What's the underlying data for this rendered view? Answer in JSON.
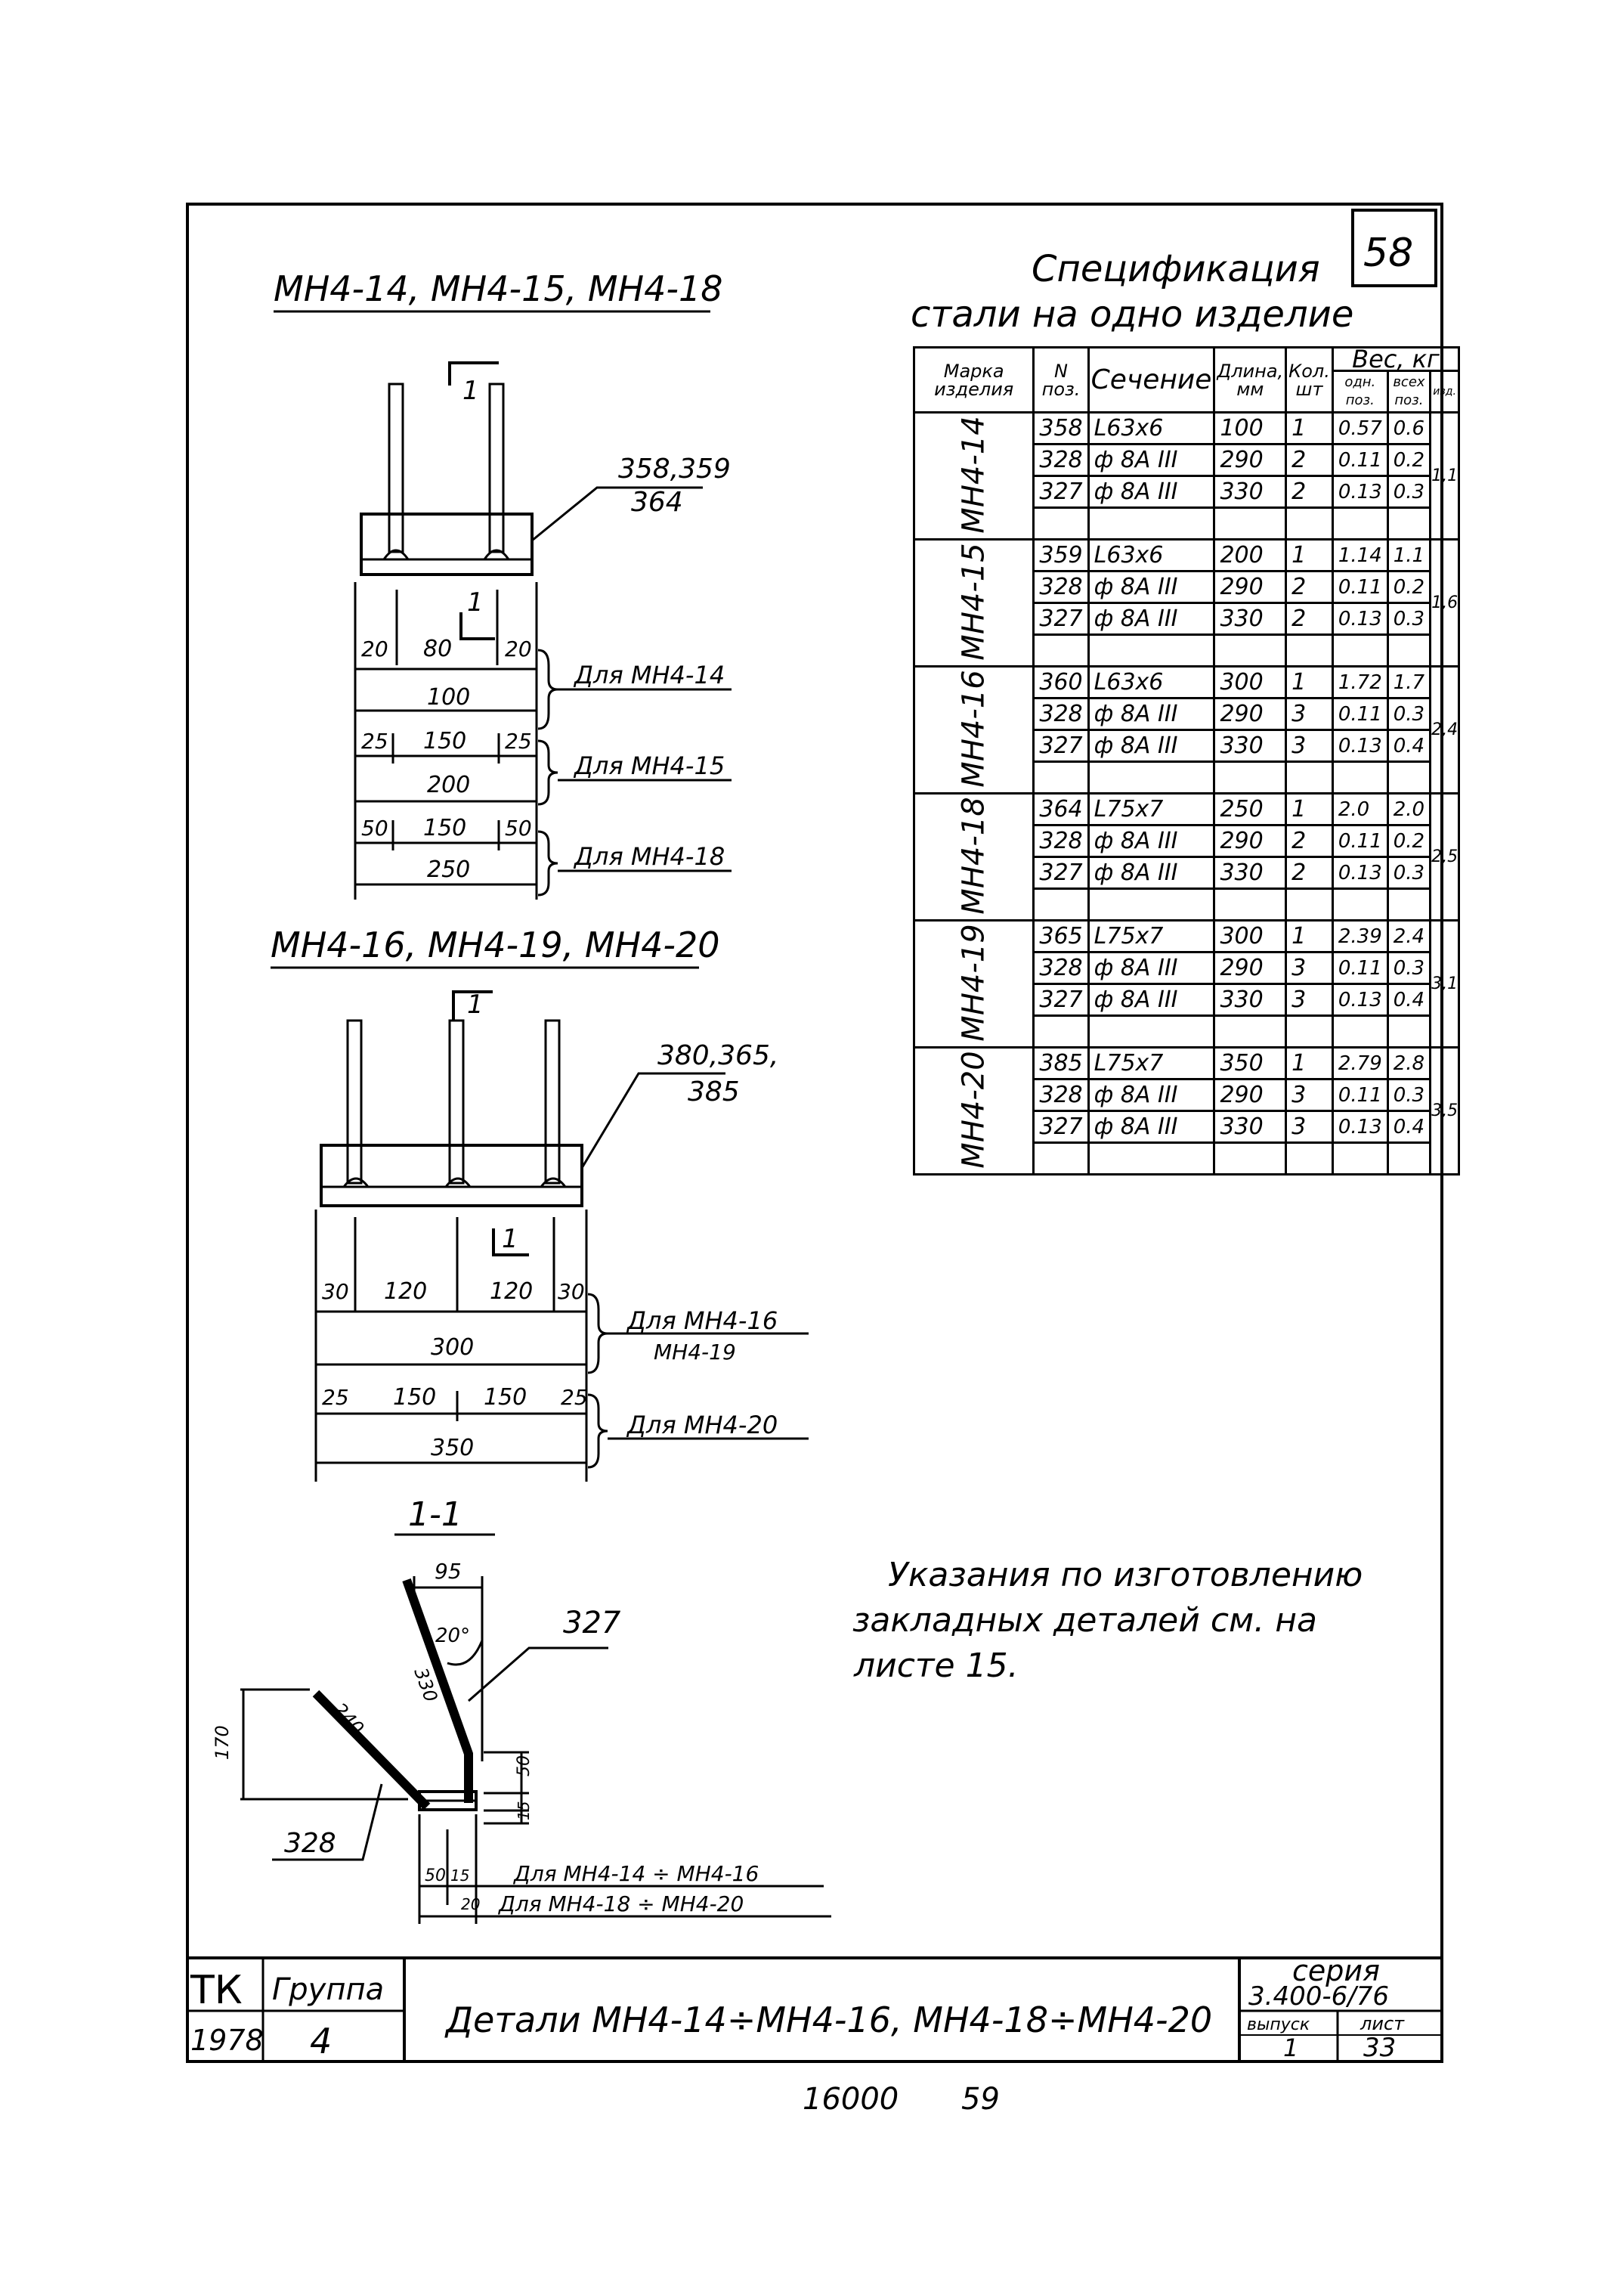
{
  "sheet_number": "58",
  "titles": {
    "top_group": "МН4-14, МН4-15, МН4-18",
    "bottom_group": "МН4-16, МН4-19, МН4-20",
    "section": "1-1",
    "spec_title_line1": "Спецификация",
    "spec_title_line2": "стали на одно изделие"
  },
  "drawing_labels": {
    "section_mark": "1",
    "callout_top_1": "358,359",
    "callout_top_2": "364",
    "callout_bottom_1": "380,365,",
    "callout_bottom_2": "385",
    "dims_top": {
      "d20a": "20",
      "d80": "80",
      "d20b": "20",
      "d100": "100",
      "d25a": "25",
      "d150a": "150",
      "d25b": "25",
      "d200": "200",
      "d50a": "50",
      "d150b": "150",
      "d50b": "50",
      "d250": "250"
    },
    "for_mn14": "Для МН4-14",
    "for_mn15": "Для МН4-15",
    "for_mn18": "Для МН4-18",
    "dims_bottom": {
      "d30a": "30",
      "d120a": "120",
      "d120b": "120",
      "d30b": "30",
      "d300": "300",
      "d25a": "25",
      "d150a": "150",
      "d150b": "150",
      "d25b": "25",
      "d350": "350"
    },
    "for_mn16": "Для МН4-16",
    "for_mn19": "МН4-19",
    "for_mn20": "Для МН4-20",
    "section_dims": {
      "d95": "95",
      "angle": "20°",
      "d330": "330",
      "d240": "240",
      "d170": "170",
      "d50": "50",
      "d15": "15",
      "d15b": "15",
      "d50b": "50",
      "d20": "20"
    },
    "pos327": "327",
    "pos328": "328",
    "for_14_16": "Для МН4-14 ÷ МН4-16",
    "for_18_20": "Для МН4-18 ÷ МН4-20"
  },
  "note": {
    "line1": "Указания по изготовлению",
    "line2": "закладных деталей см. на",
    "line3": "листе 15."
  },
  "spec_table": {
    "headers": {
      "mark": "Марка изделия",
      "pos": "N поз.",
      "section": "Сечение",
      "length": "Длина, мм",
      "qty": "Кол. шт",
      "weight": "Вес, кг",
      "w_one": "одн. поз.",
      "w_all": "всех поз.",
      "w_item": "изд."
    },
    "groups": [
      {
        "mark": "МН4-14",
        "total": "1,1",
        "rows": [
          {
            "pos": "358",
            "section": "L63x6",
            "length": "100",
            "qty": "1",
            "w_one": "0.57",
            "w_all": "0.6"
          },
          {
            "pos": "328",
            "section": "ф 8А III",
            "length": "290",
            "qty": "2",
            "w_one": "0.11",
            "w_all": "0.2"
          },
          {
            "pos": "327",
            "section": "ф 8А III",
            "length": "330",
            "qty": "2",
            "w_one": "0.13",
            "w_all": "0.3"
          }
        ]
      },
      {
        "mark": "МН4-15",
        "total": "1,6",
        "rows": [
          {
            "pos": "359",
            "section": "L63x6",
            "length": "200",
            "qty": "1",
            "w_one": "1.14",
            "w_all": "1.1"
          },
          {
            "pos": "328",
            "section": "ф 8А III",
            "length": "290",
            "qty": "2",
            "w_one": "0.11",
            "w_all": "0.2"
          },
          {
            "pos": "327",
            "section": "ф 8А III",
            "length": "330",
            "qty": "2",
            "w_one": "0.13",
            "w_all": "0.3"
          }
        ]
      },
      {
        "mark": "МН4-16",
        "total": "2,4",
        "rows": [
          {
            "pos": "360",
            "section": "L63x6",
            "length": "300",
            "qty": "1",
            "w_one": "1.72",
            "w_all": "1.7"
          },
          {
            "pos": "328",
            "section": "ф 8А III",
            "length": "290",
            "qty": "3",
            "w_one": "0.11",
            "w_all": "0.3"
          },
          {
            "pos": "327",
            "section": "ф 8А III",
            "length": "330",
            "qty": "3",
            "w_one": "0.13",
            "w_all": "0.4"
          }
        ]
      },
      {
        "mark": "МН4-18",
        "total": "2,5",
        "rows": [
          {
            "pos": "364",
            "section": "L75x7",
            "length": "250",
            "qty": "1",
            "w_one": "2.0",
            "w_all": "2.0"
          },
          {
            "pos": "328",
            "section": "ф 8А III",
            "length": "290",
            "qty": "2",
            "w_one": "0.11",
            "w_all": "0.2"
          },
          {
            "pos": "327",
            "section": "ф 8А III",
            "length": "330",
            "qty": "2",
            "w_one": "0.13",
            "w_all": "0.3"
          }
        ]
      },
      {
        "mark": "МН4-19",
        "total": "3,1",
        "rows": [
          {
            "pos": "365",
            "section": "L75x7",
            "length": "300",
            "qty": "1",
            "w_one": "2.39",
            "w_all": "2.4"
          },
          {
            "pos": "328",
            "section": "ф 8А III",
            "length": "290",
            "qty": "3",
            "w_one": "0.11",
            "w_all": "0.3"
          },
          {
            "pos": "327",
            "section": "ф 8А III",
            "length": "330",
            "qty": "3",
            "w_one": "0.13",
            "w_all": "0.4"
          }
        ]
      },
      {
        "mark": "МН4-20",
        "total": "3,5",
        "rows": [
          {
            "pos": "385",
            "section": "L75x7",
            "length": "350",
            "qty": "1",
            "w_one": "2.79",
            "w_all": "2.8"
          },
          {
            "pos": "328",
            "section": "ф 8А III",
            "length": "290",
            "qty": "3",
            "w_one": "0.11",
            "w_all": "0.3"
          },
          {
            "pos": "327",
            "section": "ф 8А III",
            "length": "330",
            "qty": "3",
            "w_one": "0.13",
            "w_all": "0.4"
          }
        ]
      }
    ]
  },
  "title_block": {
    "org": "ТК",
    "group_label": "Группа",
    "group_value": "4",
    "year": "1978",
    "title": "Детали МН4-14÷МН4-16, МН4-18÷МН4-20",
    "series_label": "серия",
    "series_value": "3.400-6/76",
    "issue_label": "выпуск",
    "issue_value": "1",
    "sheet_label": "лист",
    "sheet_value": "33"
  },
  "footer": {
    "code": "16000",
    "page": "59"
  }
}
